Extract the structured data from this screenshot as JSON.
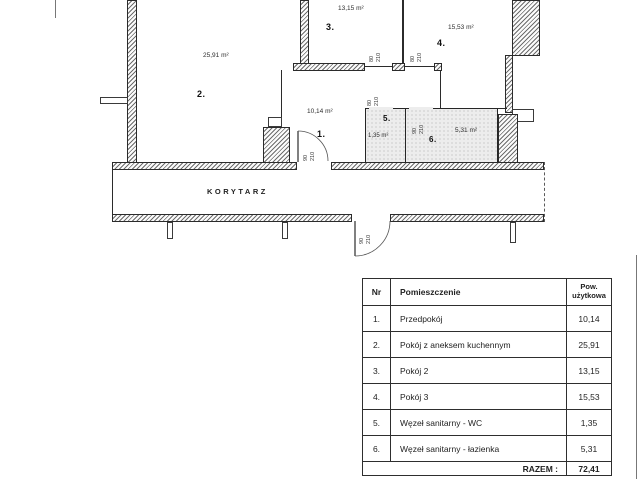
{
  "plan": {
    "corridor_label": "KORYTARZ",
    "rooms": [
      {
        "number": "1.",
        "area": "10,14 m²"
      },
      {
        "number": "2.",
        "area": "25,91 m²"
      },
      {
        "number": "3.",
        "area": "13,15 m²"
      },
      {
        "number": "4.",
        "area": "15,53 m²"
      },
      {
        "number": "5.",
        "area": "1,35 m²"
      },
      {
        "number": "6.",
        "area": "5,31 m²"
      }
    ],
    "door_dims": [
      {
        "w": "80",
        "h": "210"
      },
      {
        "w": "80",
        "h": "210"
      },
      {
        "w": "80",
        "h": "210"
      },
      {
        "w": "90",
        "h": "210"
      },
      {
        "w": "90",
        "h": "210"
      },
      {
        "w": "90",
        "h": "210"
      }
    ]
  },
  "table": {
    "headers": {
      "nr": "Nr",
      "name": "Pomieszczenie",
      "area_line1": "Pow.",
      "area_line2": "użytkowa"
    },
    "rows": [
      {
        "nr": "1.",
        "name": "Przedpokój",
        "area": "10,14"
      },
      {
        "nr": "2.",
        "name": "Pokój z aneksem kuchennym",
        "area": "25,91"
      },
      {
        "nr": "3.",
        "name": "Pokój 2",
        "area": "13,15"
      },
      {
        "nr": "4.",
        "name": "Pokój 3",
        "area": "15,53"
      },
      {
        "nr": "5.",
        "name": "Węzeł sanitarny - WC",
        "area": "1,35"
      },
      {
        "nr": "6.",
        "name": "Węzeł sanitarny - łazienka",
        "area": "5,31"
      }
    ],
    "total_label": "RAZEM :",
    "total_value": "72,41"
  }
}
